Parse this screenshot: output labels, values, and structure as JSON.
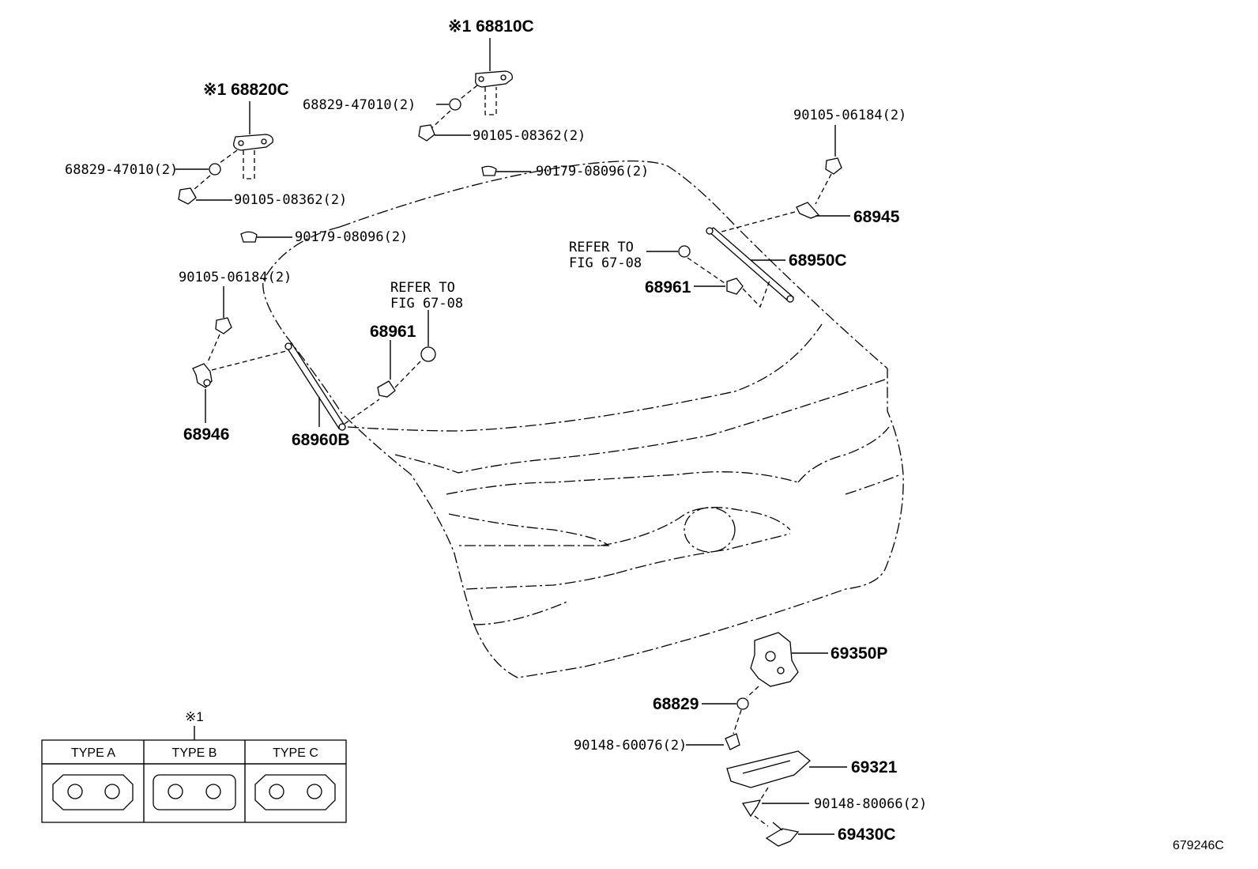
{
  "figure_id": "679246C",
  "callouts": {
    "c68810C": "※1 68810C",
    "c68820C": "※1 68820C",
    "c68829_top": "68829-47010(2)",
    "c90105_top": "90105-08362(2)",
    "c90179_top": "90179-08096(2)",
    "c68829_left": "68829-47010(2)",
    "c90105_left": "90105-08362(2)",
    "c90179_left": "90179-08096(2)",
    "c90105_06184_left": "90105-06184(2)",
    "c90105_06184_right": "90105-06184(2)",
    "c68945": "68945",
    "c68950C": "68950C",
    "c68961_right": "68961",
    "c68961_left": "68961",
    "c68946": "68946",
    "c68960B": "68960B",
    "c69350P": "69350P",
    "c68829_bottom": "68829",
    "c90148_60076": "90148-60076(2)",
    "c69321": "69321",
    "c90148_80066": "90148-80066(2)",
    "c69430C": "69430C"
  },
  "refer_notes": {
    "right_line1": "REFER TO",
    "right_line2": "FIG 67-08",
    "left_line1": "REFER TO",
    "left_line2": "FIG 67-08"
  },
  "type_table": {
    "marker": "※1",
    "headers": [
      "TYPE A",
      "TYPE B",
      "TYPE C"
    ]
  }
}
